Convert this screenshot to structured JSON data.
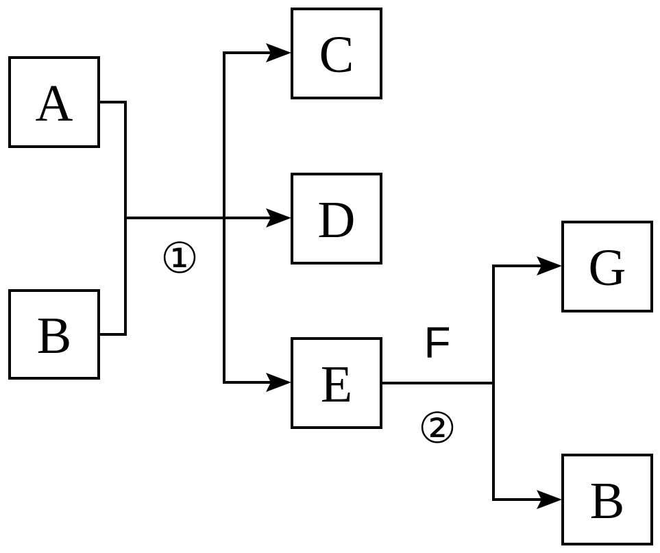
{
  "nodes": {
    "a": "A",
    "b_left": "B",
    "c": "C",
    "d": "D",
    "e": "E",
    "g": "G",
    "b_right": "B"
  },
  "steps": {
    "step1": "①",
    "step2": "②"
  },
  "reactant": {
    "f": "F"
  },
  "colors": {
    "stroke": "#000000",
    "background": "#ffffff"
  }
}
